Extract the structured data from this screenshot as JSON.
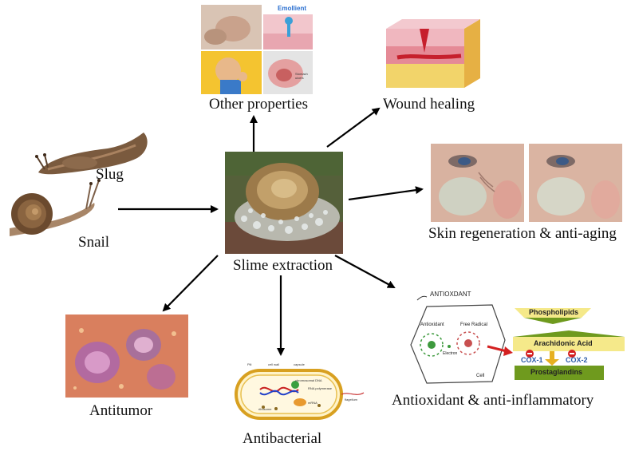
{
  "labels": {
    "slug": "Slug",
    "snail": "Snail",
    "slime_extraction": "Slime extraction",
    "other_properties": "Other properties",
    "wound_healing": "Wound healing",
    "skin_regeneration": "Skin regeneration & anti-aging",
    "antioxidant": "Antioxidant & anti-inflammatory",
    "antibacterial": "Antibacterial",
    "antitumor": "Antitumor"
  },
  "inset_text": {
    "emollient": "Emollient",
    "stomach_ulcers": "Stomach ulcers",
    "antioxidant_header": "ANTIOXDANT",
    "antioxidant_cell": "Antioxidant",
    "free_radical": "Free Radical",
    "electron": "Electron",
    "cell": "Cell",
    "phospholipids": "Phospholipids",
    "arachidonic_acid": "Arachidonic Acid",
    "cox1": "COX-1",
    "cox2": "COX-2",
    "prostaglandins": "Prostaglandins",
    "pili": "Pili",
    "cell_wall": "cell wall",
    "capsule": "capsule",
    "chromosomal_dna": "chromosomal DNA",
    "rna_polymerase": "RNA polymerase",
    "mrna": "mRNA",
    "ribosome": "ribosome",
    "flagellum": "flagellum"
  },
  "colors": {
    "arrow": "#000000",
    "inflammation_green": "#6f9a1e",
    "inflammation_box": "#f5e98a",
    "inhibit_red": "#d42020",
    "cox_blue": "#2a5aa8"
  }
}
